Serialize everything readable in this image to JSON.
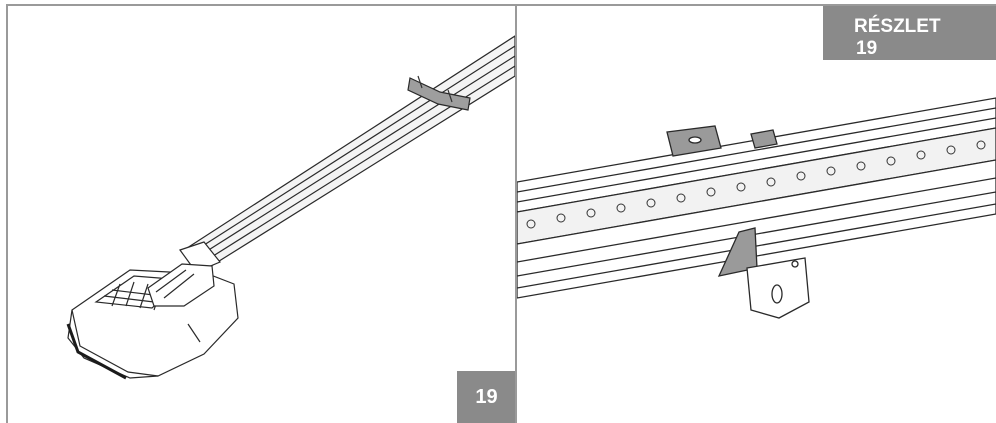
{
  "step_badge": {
    "number": "19"
  },
  "detail_badge": {
    "label": "RÉSZLET",
    "number": "19"
  }
}
